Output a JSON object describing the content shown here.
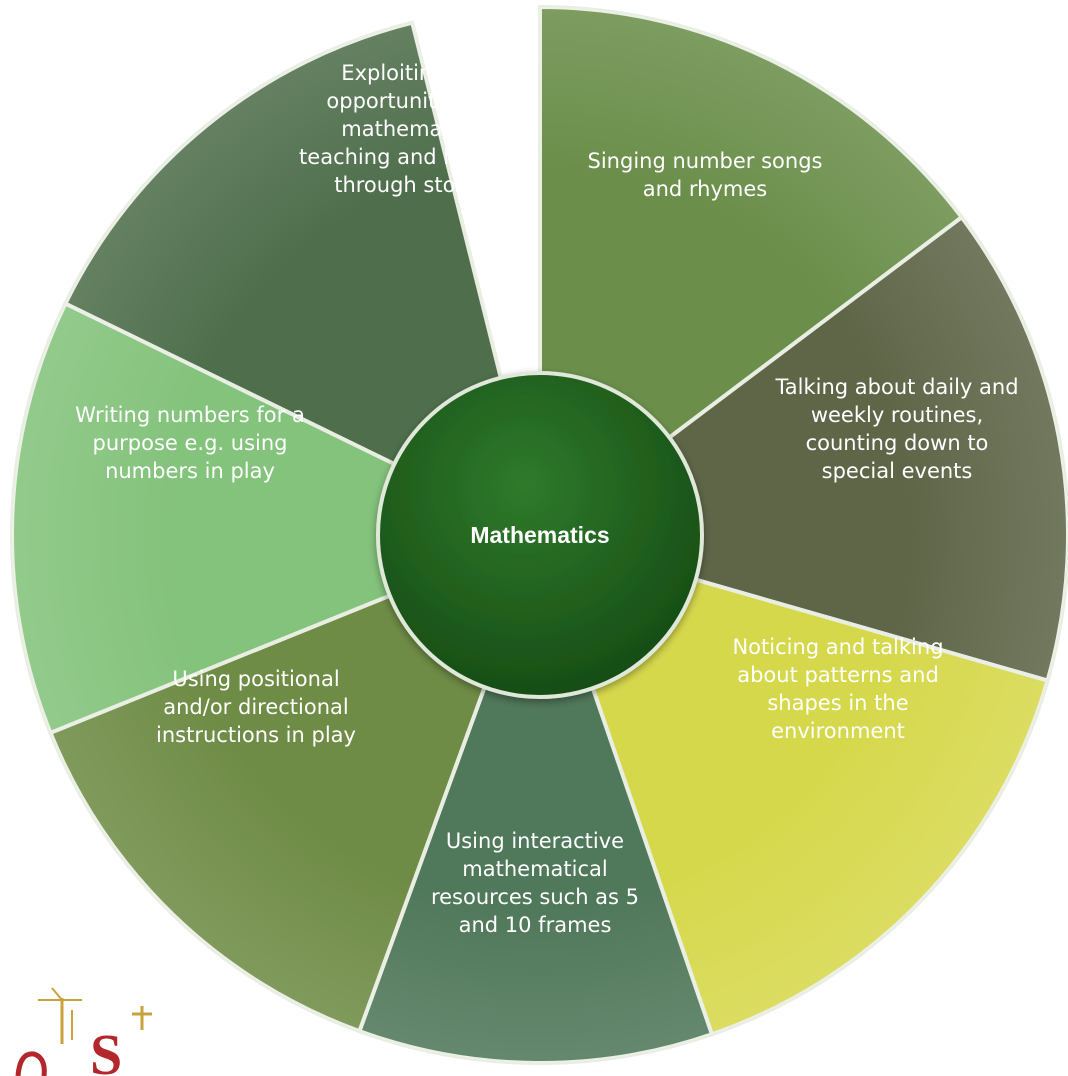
{
  "center": {
    "label": "Mathematics",
    "color": "#1e5a1c"
  },
  "segments": [
    {
      "id": "singing",
      "lines": [
        "Singing number songs",
        "and rhymes"
      ],
      "color": "#6b8f4b"
    },
    {
      "id": "routines",
      "lines": [
        "Talking about daily and",
        "weekly routines,",
        "counting down to",
        "special events"
      ],
      "color": "#5f6648"
    },
    {
      "id": "patterns",
      "lines": [
        "Noticing and talking",
        "about patterns and",
        "shapes in the",
        "environment"
      ],
      "color": "#d6d84c"
    },
    {
      "id": "frames",
      "lines": [
        "Using interactive",
        "mathematical",
        "resources such as 5",
        "and 10 frames"
      ],
      "color": "#50785a"
    },
    {
      "id": "positional",
      "lines": [
        "Using positional",
        "and/or directional",
        "instructions in play"
      ],
      "color": "#6f8c46"
    },
    {
      "id": "writing",
      "lines": [
        "Writing numbers for a",
        "purpose e.g. using",
        "numbers in play"
      ],
      "color": "#84c37c"
    },
    {
      "id": "stories",
      "lines": [
        "Exploiting the",
        "opportunities for",
        "mathematical",
        "teaching and learning",
        "through stories"
      ],
      "color": "#4f6f4c"
    }
  ],
  "logo": {
    "text": "S"
  }
}
